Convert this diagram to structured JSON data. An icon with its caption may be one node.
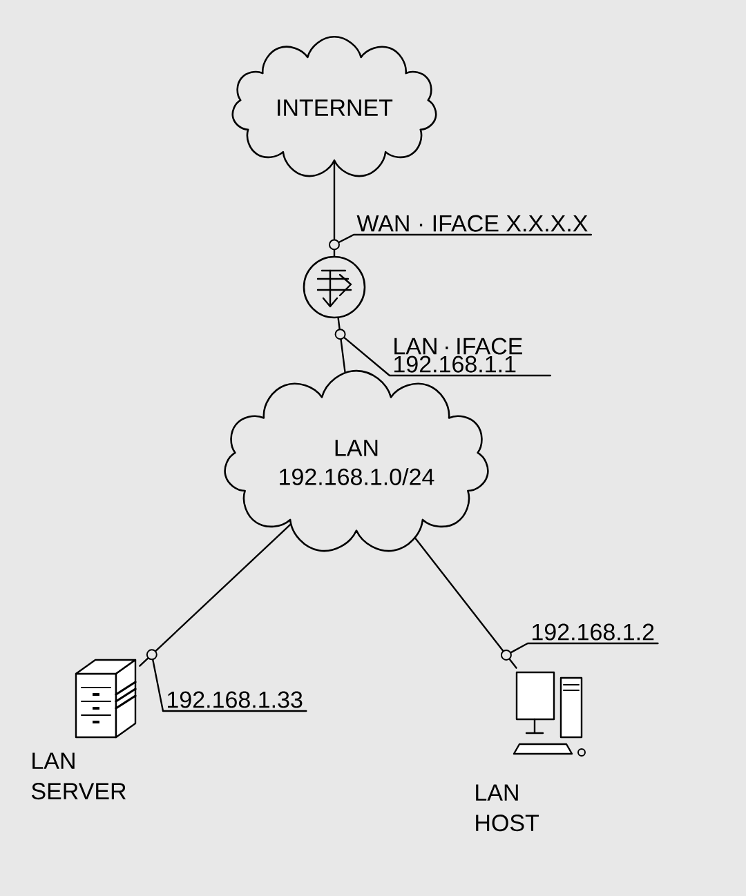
{
  "diagram": {
    "nodes": [
      {
        "text": [
          "INTERNET"
        ]
      },
      {
        "text": [],
        "shape": "circle"
      },
      {
        "text": [
          "LAN",
          "192.168.1.0/24"
        ]
      },
      {
        "text": [],
        "shape": "picture",
        "beside": [
          "LAN SERVER"
        ]
      },
      {
        "text": [],
        "shape": "picture",
        "beside": [
          "LAN HOST"
        ]
      },
      {
        "text": [
          "WAN · IFACE X.X.X.X"
        ]
      },
      {
        "text": [
          "LAN · IFACE 192.168.1.1"
        ]
      },
      {
        "text": [
          "192.168.1.33"
        ]
      },
      {
        "text": [
          "192.168.1.2"
        ]
      }
    ],
    "edges": [
      {
        "from": 0,
        "to": 1,
        "arrow": "none"
      },
      {
        "from": 1,
        "to": 2,
        "arrow": "none"
      },
      {
        "from": 2,
        "to": 3,
        "arrow": "none"
      },
      {
        "from": 2,
        "to": 4,
        "arrow": "none"
      },
      {
        "from": 5,
        "to": null,
        "arrow": "none"
      },
      {
        "from": 6,
        "to": null,
        "arrow": "none"
      },
      {
        "from": 7,
        "to": null,
        "arrow": "none"
      },
      {
        "from": 8,
        "to": null,
        "arrow": "none"
      }
    ]
  }
}
